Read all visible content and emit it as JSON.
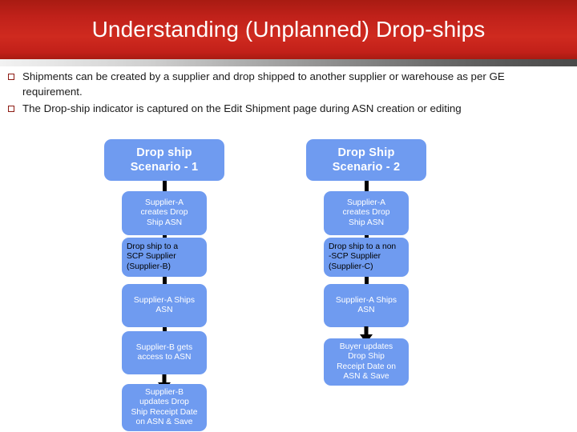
{
  "slide": {
    "title": "Understanding (Unplanned) Drop-ships",
    "bullets": [
      "Shipments can be created by a supplier and drop shipped to another supplier or warehouse as per GE requirement.",
      "The Drop-ship indicator is captured on the Edit Shipment page during ASN creation or editing"
    ],
    "colors": {
      "header_red": "#c0211a",
      "node_blue": "#6f9bf0",
      "bullet_marker": "#8c1a12",
      "connector": "#000000",
      "page_background": "#ffffff"
    }
  },
  "diagram": {
    "columns": [
      {
        "id": "scenario-1",
        "title": "Drop ship\nScenario - 1",
        "steps": [
          {
            "label": "Supplier-A\ncreates Drop\nShip ASN",
            "style": "light",
            "connector": "bar"
          },
          {
            "label": "Drop ship to a\nSCP Supplier\n(Supplier-B)",
            "style": "dark",
            "connector": "bar"
          },
          {
            "label": "Supplier-A Ships\nASN",
            "style": "light",
            "connector": "bar"
          },
          {
            "label": "Supplier-B gets\naccess to ASN",
            "style": "light",
            "connector": "bar"
          },
          {
            "label": "Supplier-B\nupdates Drop\nShip Receipt Date\non ASN & Save",
            "style": "light",
            "connector": "arrow"
          }
        ]
      },
      {
        "id": "scenario-2",
        "title": "Drop Ship\nScenario - 2",
        "steps": [
          {
            "label": "Supplier-A\ncreates Drop\nShip ASN",
            "style": "light",
            "connector": "bar"
          },
          {
            "label": "Drop ship to a non\n-SCP Supplier\n(Supplier-C)",
            "style": "dark",
            "connector": "bar"
          },
          {
            "label": "Supplier-A Ships\nASN",
            "style": "light",
            "connector": "bar"
          },
          {
            "label": "Buyer updates\nDrop Ship\nReceipt Date on\nASN & Save",
            "style": "light",
            "connector": "arrow"
          }
        ]
      }
    ]
  }
}
